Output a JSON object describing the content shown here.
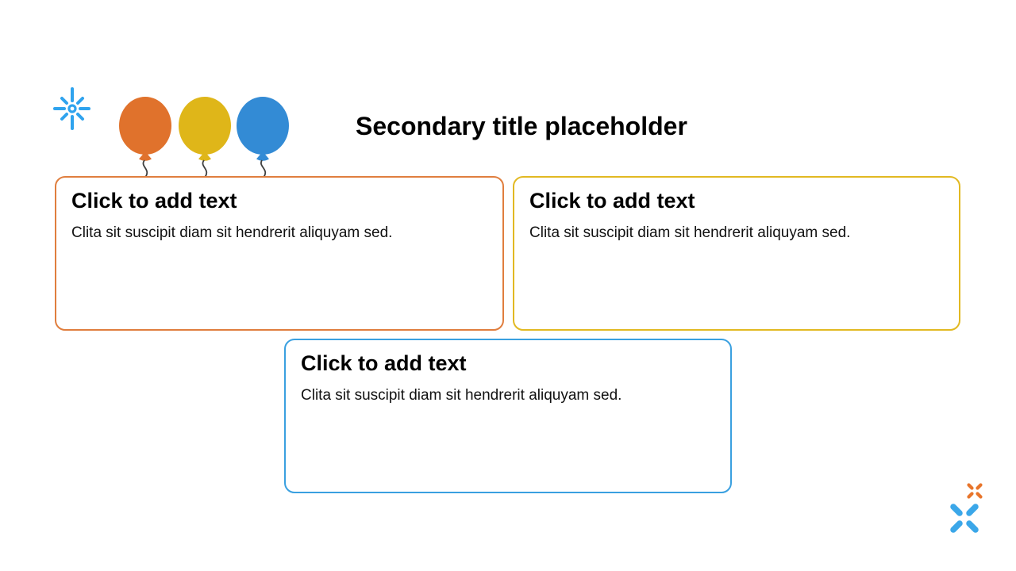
{
  "slide": {
    "title": "Secondary title placeholder",
    "cards": [
      {
        "heading": "Click to add text",
        "body": "Clita sit suscipit diam sit hendrerit aliquyam sed.",
        "accent_color": "#E07E3E"
      },
      {
        "heading": "Click to add text",
        "body": "Clita sit suscipit diam sit hendrerit aliquyam sed.",
        "accent_color": "#E2B922"
      },
      {
        "heading": "Click to add text",
        "body": "Clita sit suscipit diam sit hendrerit aliquyam sed.",
        "accent_color": "#3AA0E0"
      }
    ],
    "decor": {
      "sparkle_icon_color": "#2FA3EE",
      "balloons": [
        {
          "name": "orange-balloon",
          "color": "#E0722C"
        },
        {
          "name": "gold-balloon",
          "color": "#DFB619"
        },
        {
          "name": "blue-balloon",
          "color": "#338BD5"
        }
      ],
      "balloon_string_color": "#3F3F3F",
      "logo_orange": "#E8752B",
      "logo_blue": "#3BA7E9"
    },
    "background_color": "#FFFFFF",
    "text_color": "#000000"
  }
}
